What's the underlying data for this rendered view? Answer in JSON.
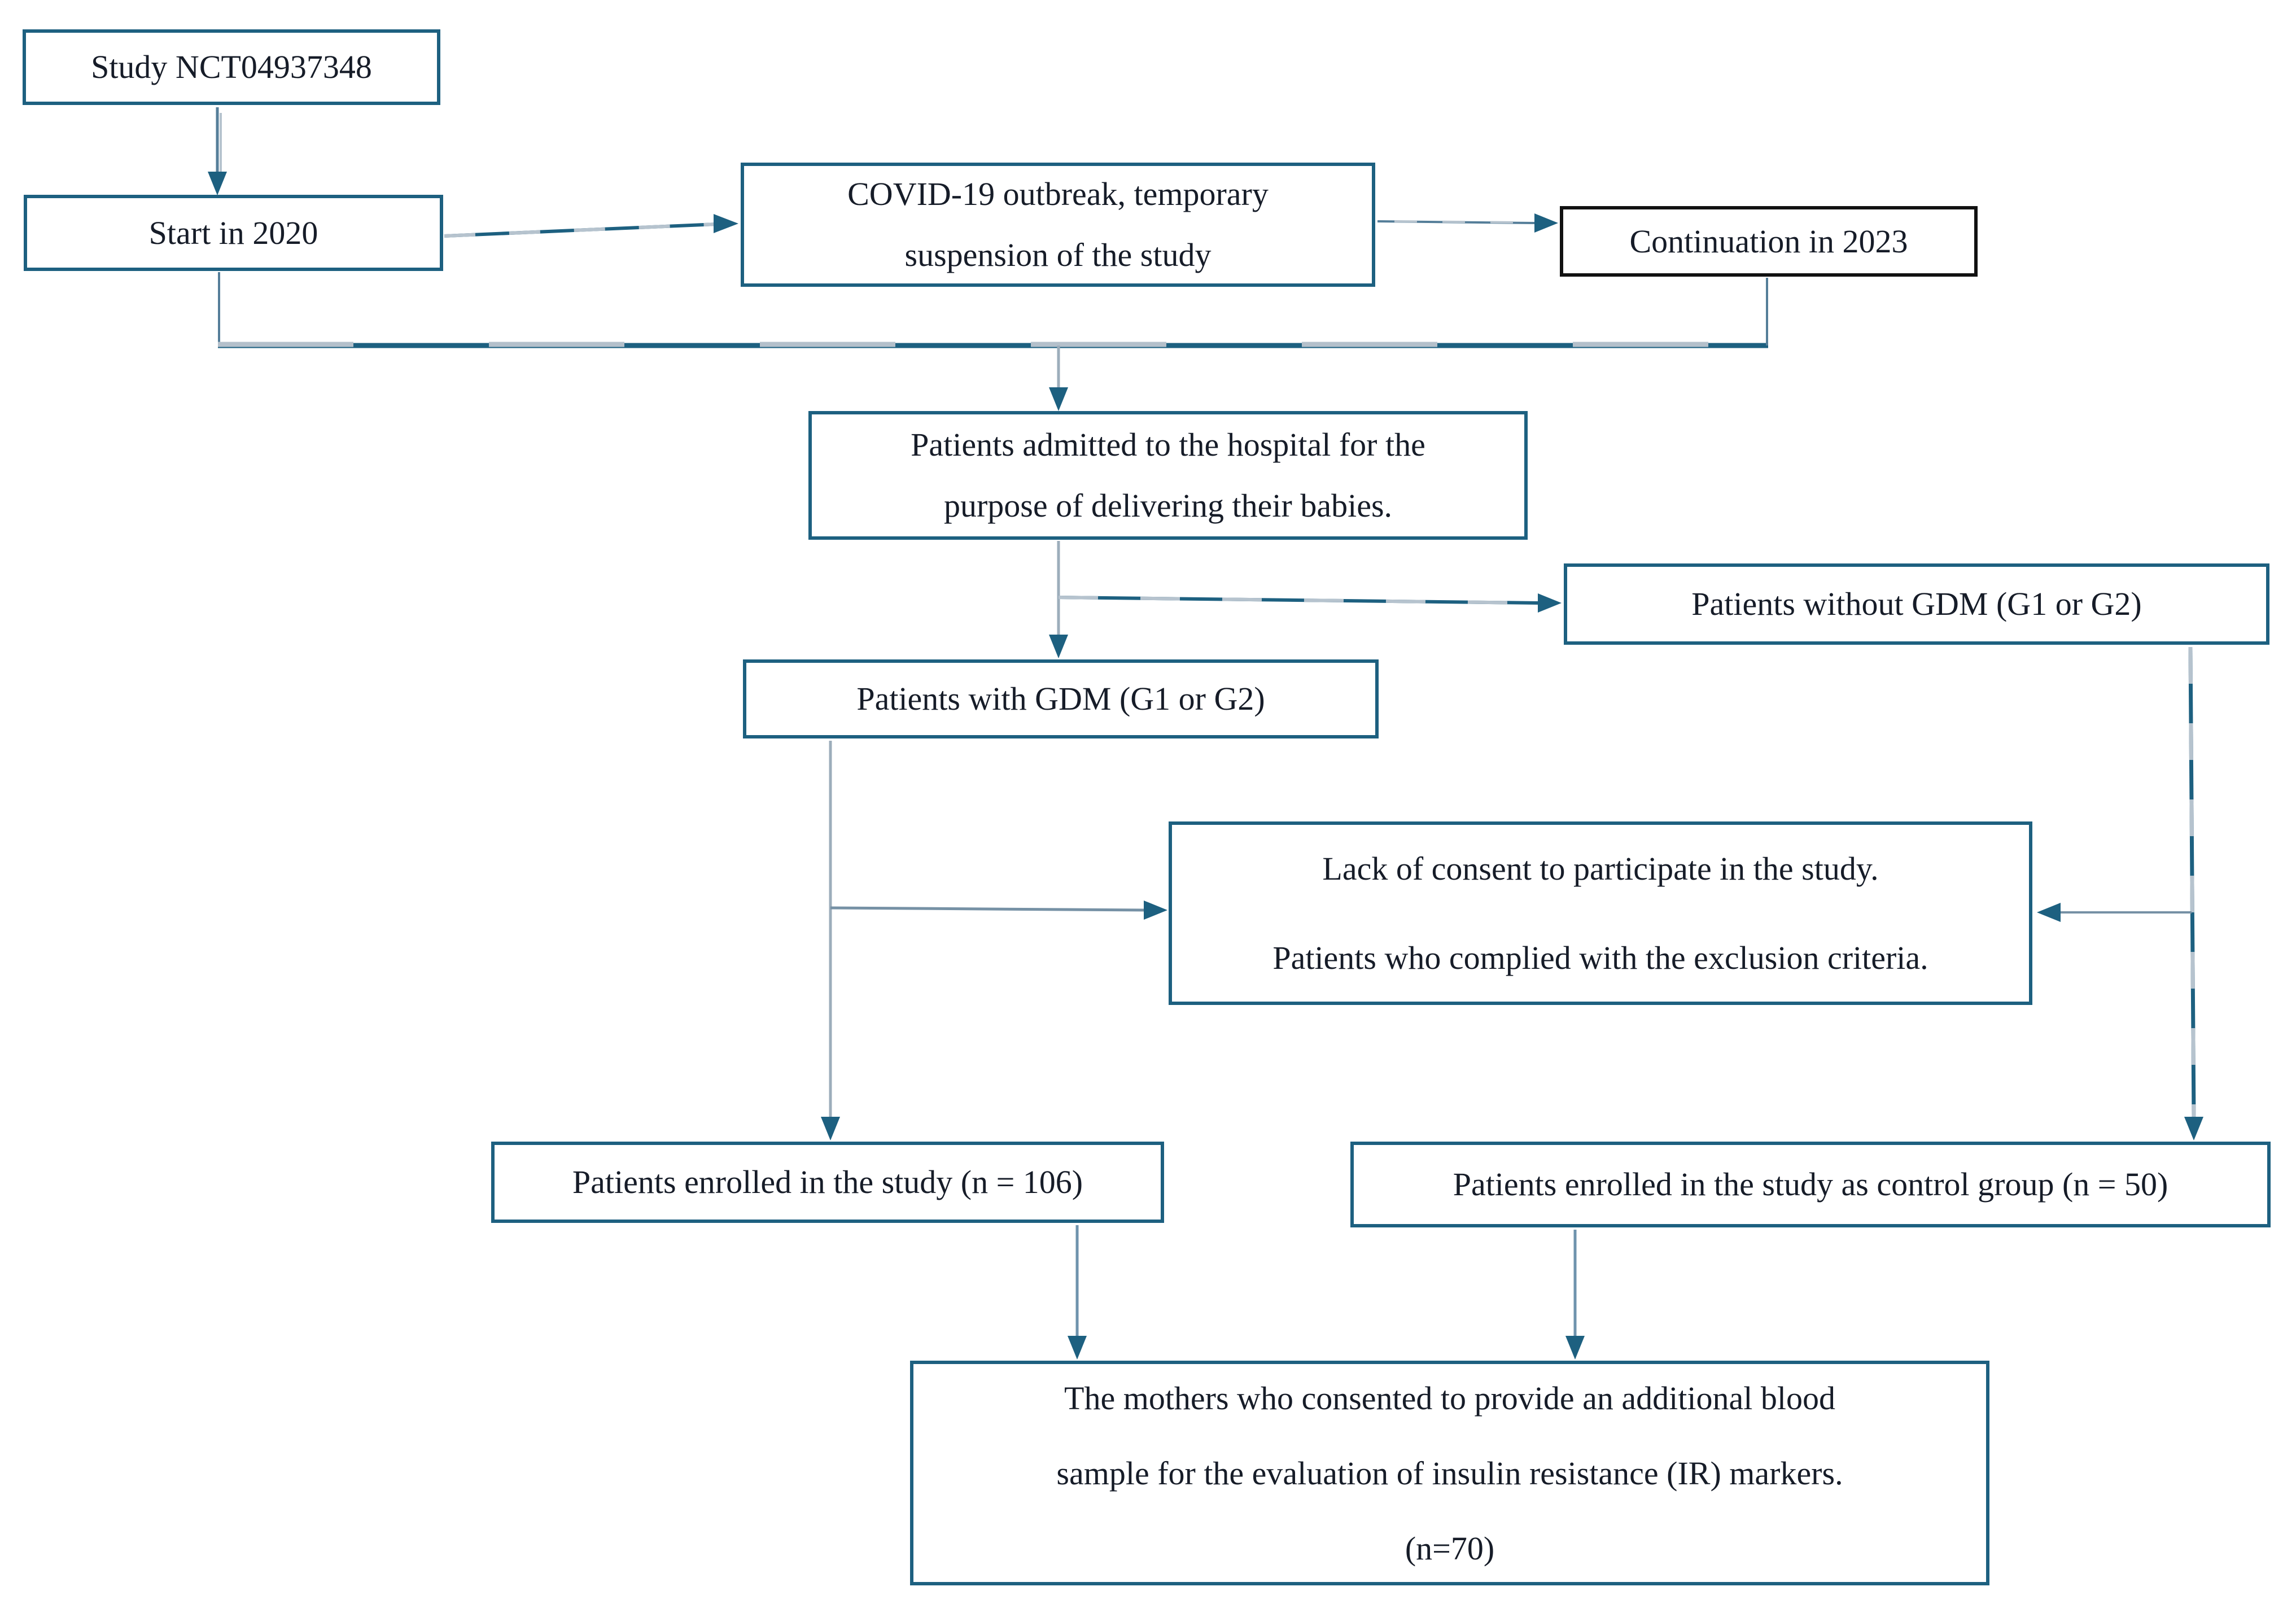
{
  "diagram": {
    "type": "flowchart",
    "colors": {
      "box_border": "#1d6080",
      "box_border_dark": "#111111",
      "text": "#161c28",
      "arrowhead": "#1d6080",
      "line_gray": "#96a9b8",
      "line_steel": "#557e99",
      "line_teal": "#1d6080",
      "background": "#ffffff"
    },
    "nodes": {
      "study": {
        "label": "Study NCT04937348"
      },
      "start": {
        "label": "Start in 2020"
      },
      "covid": {
        "label": "COVID-19 outbreak, temporary\nsuspension of the study"
      },
      "continuation": {
        "label": "Continuation in 2023"
      },
      "admitted": {
        "label": "Patients admitted to the hospital for the\npurpose of delivering their babies."
      },
      "without_gdm": {
        "label": "Patients without GDM (G1 or G2)"
      },
      "with_gdm": {
        "label": "Patients with GDM (G1 or G2)"
      },
      "exclusion": {
        "label": "Lack of consent to participate in the study.\nPatients who complied with the exclusion criteria."
      },
      "enrolled": {
        "label": "Patients enrolled in the study (n = 106)"
      },
      "control": {
        "label": "Patients enrolled in the study as control group (n = 50)"
      },
      "mothers": {
        "label": "The mothers who consented to provide an additional blood\nsample for the evaluation of insulin resistance (IR) markers.\n(n=70)"
      }
    },
    "edges": [
      {
        "from": "study",
        "to": "start"
      },
      {
        "from": "start",
        "to": "covid"
      },
      {
        "from": "covid",
        "to": "continuation"
      },
      {
        "from": "start",
        "to": "admitted"
      },
      {
        "from": "continuation",
        "to": "admitted"
      },
      {
        "from": "admitted",
        "to": "with_gdm"
      },
      {
        "from": "admitted",
        "to": "without_gdm"
      },
      {
        "from": "with_gdm",
        "to": "exclusion"
      },
      {
        "from": "without_gdm",
        "to": "exclusion"
      },
      {
        "from": "with_gdm",
        "to": "enrolled"
      },
      {
        "from": "without_gdm",
        "to": "control"
      },
      {
        "from": "enrolled",
        "to": "mothers"
      },
      {
        "from": "control",
        "to": "mothers"
      }
    ]
  }
}
